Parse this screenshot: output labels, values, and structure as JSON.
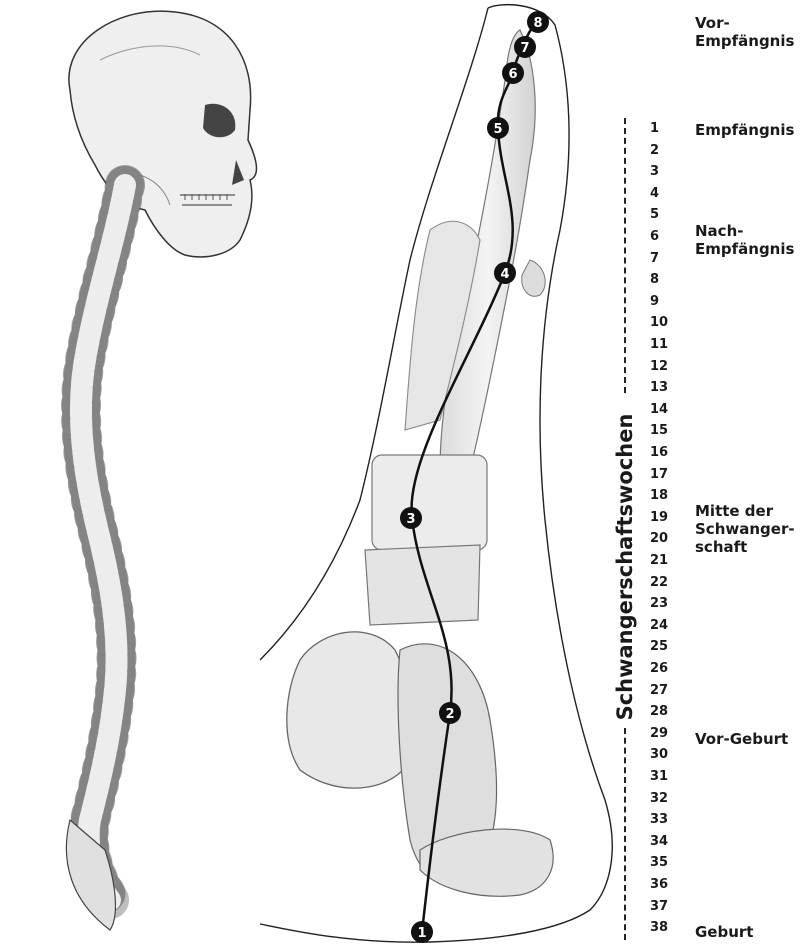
{
  "axis_title": "Schwangerschaftswochen",
  "weeks": [
    "1",
    "2",
    "3",
    "4",
    "5",
    "6",
    "7",
    "8",
    "9",
    "10",
    "11",
    "12",
    "13",
    "14",
    "15",
    "16",
    "17",
    "18",
    "19",
    "20",
    "21",
    "22",
    "23",
    "24",
    "25",
    "26",
    "27",
    "28",
    "29",
    "30",
    "31",
    "32",
    "33",
    "34",
    "35",
    "36",
    "37",
    "38"
  ],
  "phases": [
    {
      "id": "vor-empfaengnis",
      "line1": "Vor-",
      "line2": "Empfängnis"
    },
    {
      "id": "empfaengnis",
      "line1": "Empfängnis",
      "line2": ""
    },
    {
      "id": "nach-empfaengnis",
      "line1": "Nach-",
      "line2": "Empfängnis"
    },
    {
      "id": "mitte",
      "line1": "Mitte der",
      "line2": "Schwanger-",
      "line3": "schaft"
    },
    {
      "id": "vor-geburt",
      "line1": "Vor-Geburt",
      "line2": ""
    },
    {
      "id": "geburt",
      "line1": "Geburt",
      "line2": ""
    }
  ],
  "markers": [
    "1",
    "2",
    "3",
    "4",
    "5",
    "6",
    "7",
    "8"
  ],
  "colors": {
    "bone": "#ececec",
    "bone_shadow": "#c8c8c8",
    "ink": "#1a1a1a",
    "marker": "#111111"
  }
}
